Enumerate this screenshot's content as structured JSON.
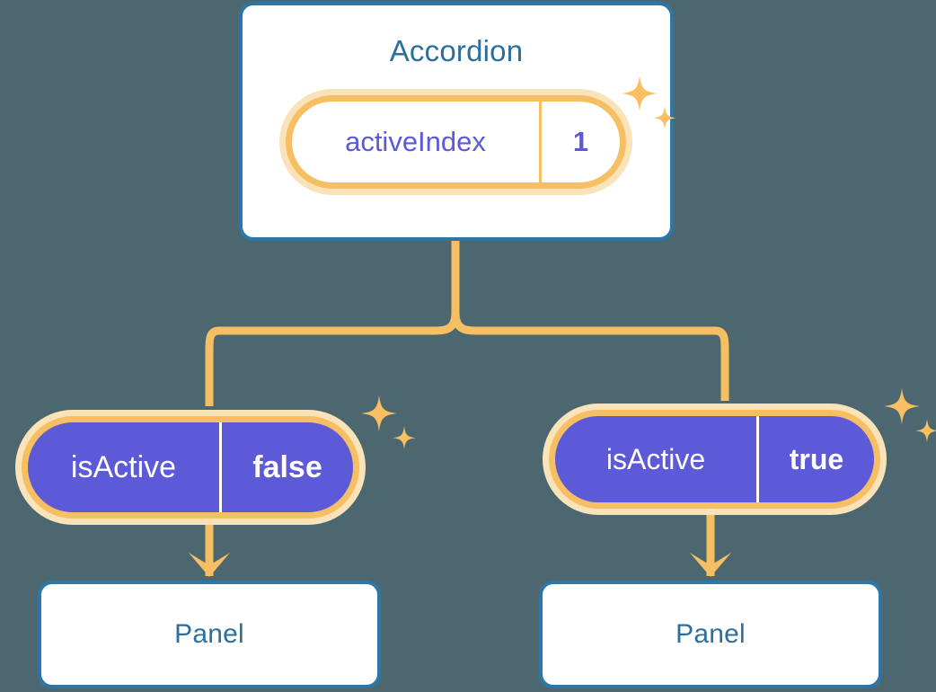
{
  "theme": {
    "background": "#4d6770",
    "card_border": "#2d77a8",
    "card_title_text": "#2b6f9e",
    "card_fill": "#ffffff",
    "ring_outer": "#fae2b9",
    "ring_inner": "#f7bf63",
    "state_solid_fill": "#5c5ad6",
    "state_text_purple": "#5c5ad6",
    "state_text_white": "#ffffff",
    "connector": "#f7bf63"
  },
  "diagram": {
    "type": "component-state-tree",
    "root": {
      "title": "Accordion",
      "state": {
        "key": "activeIndex",
        "value": "1",
        "style": "light"
      },
      "sparkle_icon": "sparkle-icon"
    },
    "children": [
      {
        "id": "left",
        "state": {
          "key": "isActive",
          "value": "false",
          "style": "solid"
        },
        "sparkle_icon": "sparkle-icon",
        "panel": {
          "title": "Panel"
        },
        "arrow_icon": "arrow-down-icon"
      },
      {
        "id": "right",
        "state": {
          "key": "isActive",
          "value": "true",
          "style": "solid"
        },
        "sparkle_icon": "sparkle-icon",
        "panel": {
          "title": "Panel"
        },
        "arrow_icon": "arrow-down-icon"
      }
    ]
  }
}
